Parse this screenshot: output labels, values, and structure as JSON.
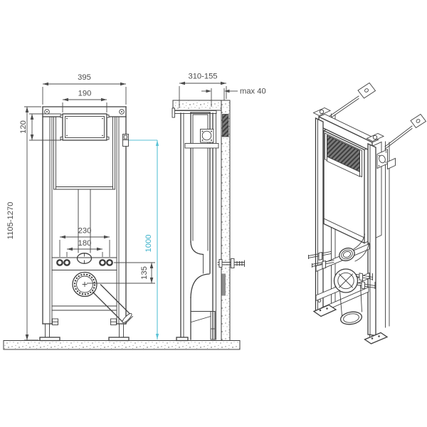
{
  "meta": {
    "background": "#ffffff",
    "line_color": "#3e3e3e",
    "accent_color": "#5ac2d6",
    "hatch_color": "#3e3e3e"
  },
  "front_view": {
    "overall_width": "395",
    "flush_opening_width": "190",
    "flush_opening_height": "120",
    "frame_height_range": "1105-1270",
    "fixing_spacing_outer": "230",
    "fixing_spacing_inner": "180",
    "outlet_drop": "135",
    "accent_height": "1000"
  },
  "side_view": {
    "depth_range": "310-155",
    "wall_gap": "max 40"
  }
}
